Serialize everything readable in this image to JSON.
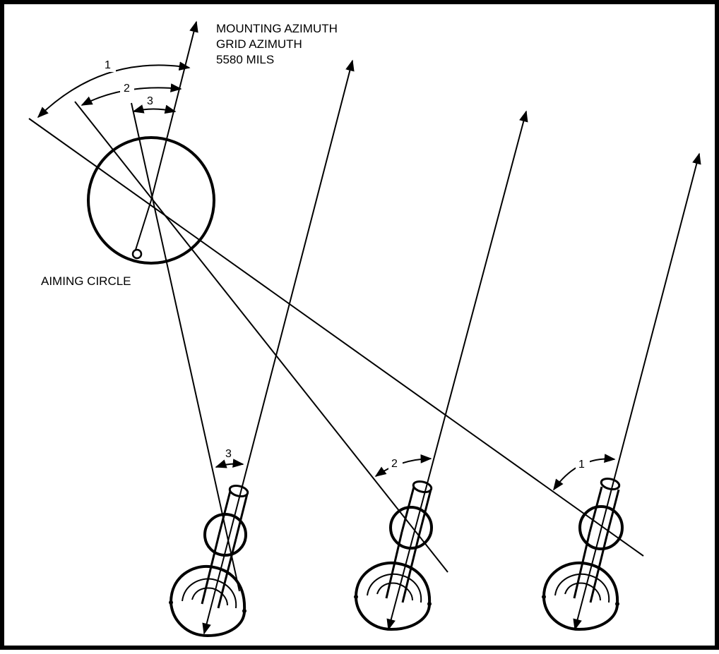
{
  "labels": {
    "mounting_azimuth": "MOUNTING AZIMUTH",
    "grid_azimuth": "GRID AZIMUTH",
    "mils": "5580 MILS",
    "aiming_circle": "AIMING CIRCLE"
  },
  "angle_marks": {
    "aiming_circle": [
      "1",
      "2",
      "3"
    ],
    "mortars": [
      "3",
      "2",
      "1"
    ]
  },
  "colors": {
    "ink": "#000000",
    "paper": "#ffffff"
  }
}
